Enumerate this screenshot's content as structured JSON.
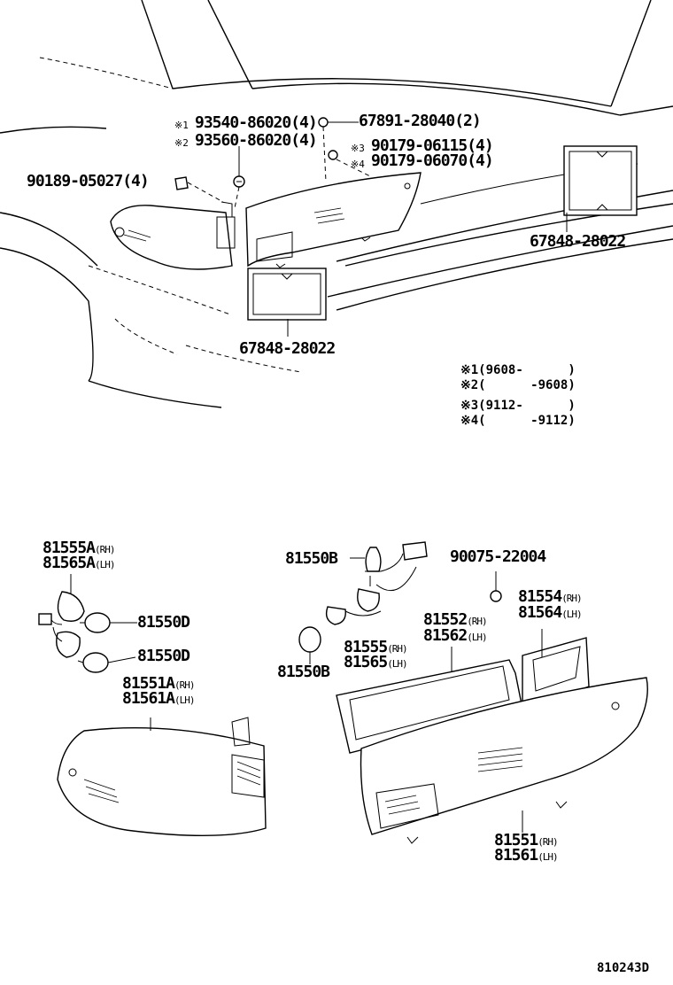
{
  "diagram_id": "810243D",
  "legend": [
    {
      "mark": "※1",
      "range": "(9608-      )"
    },
    {
      "mark": "※2",
      "range": "(      -9608)"
    },
    {
      "mark": "※3",
      "range": "(9112-      )"
    },
    {
      "mark": "※4",
      "range": "(      -9112)"
    }
  ],
  "top_labels": {
    "p1": "93540-86020(4)",
    "p1_mark": "※1",
    "p2": "93560-86020(4)",
    "p2_mark": "※2",
    "p3": "67891-28040(2)",
    "p4": "90179-06115(4)",
    "p4_mark": "※3",
    "p5": "90179-06070(4)",
    "p5_mark": "※4",
    "p6": "90189-05027(4)",
    "p7": "67848-28022",
    "p8": "67848-28022"
  },
  "bottom_labels": {
    "a1": "81555A",
    "a1_side": "(RH)",
    "a2": "81565A",
    "a2_side": "(LH)",
    "d1": "81550D",
    "d2": "81550D",
    "b1": "81551A",
    "b1_side": "(RH)",
    "b2": "81561A",
    "b2_side": "(LH)",
    "c1": "81550B",
    "c2": "81550B",
    "e1": "90075-22004",
    "f1": "81554",
    "f1_side": "(RH)",
    "f2": "81564",
    "f2_side": "(LH)",
    "g1": "81552",
    "g1_side": "(RH)",
    "g2": "81562",
    "g2_side": "(LH)",
    "h1": "81555",
    "h1_side": "(RH)",
    "h2": "81565",
    "h2_side": "(LH)",
    "i1": "81551",
    "i1_side": "(RH)",
    "i2": "81561",
    "i2_side": "(LH)"
  }
}
